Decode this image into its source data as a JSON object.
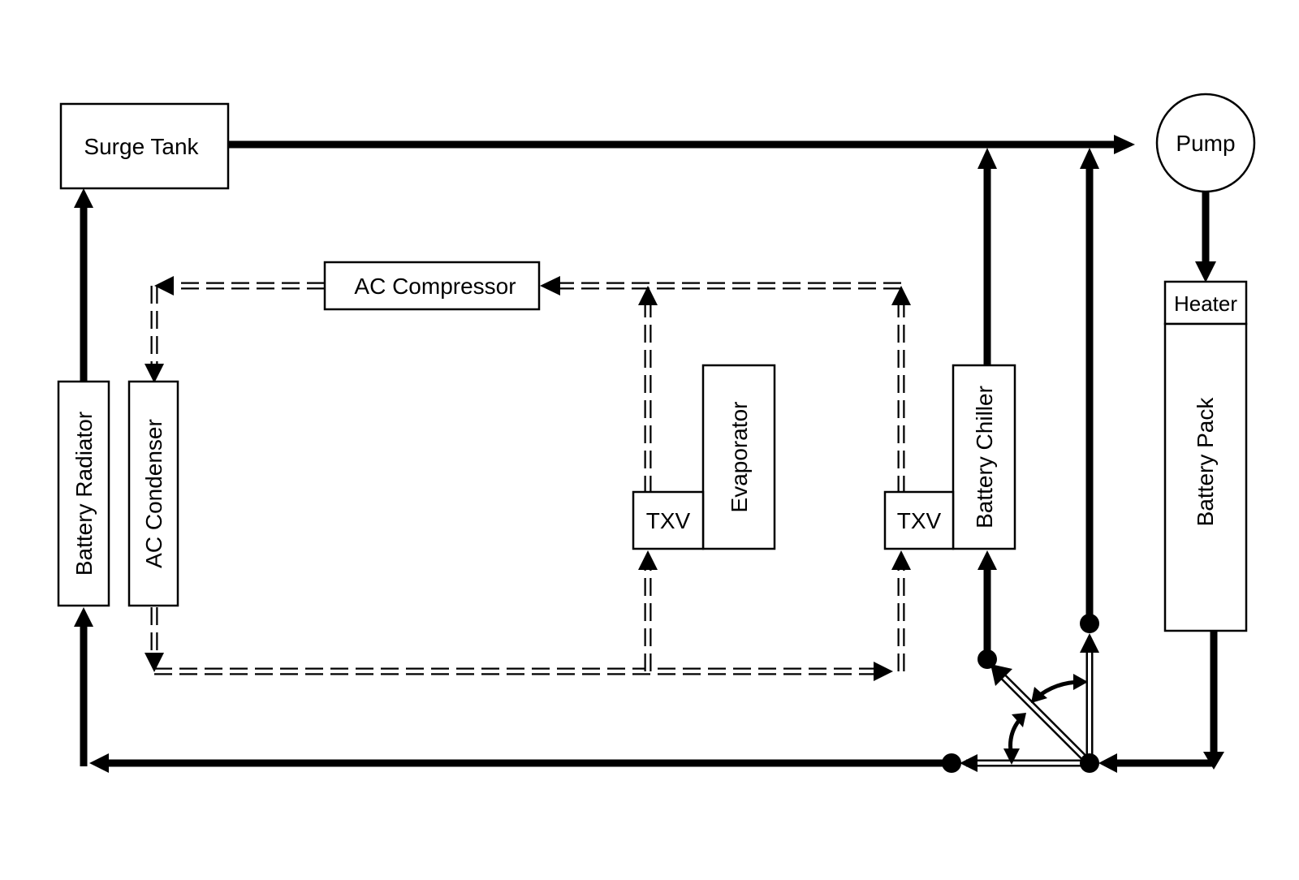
{
  "components": {
    "surge_tank": "Surge Tank",
    "pump": "Pump",
    "ac_compressor": "AC Compressor",
    "heater": "Heater",
    "battery_pack": "Battery Pack",
    "battery_chiller": "Battery Chiller",
    "evaporator": "Evaporator",
    "txv_evaporator": "TXV",
    "txv_chiller": "TXV",
    "battery_radiator": "Battery Radiator",
    "ac_condenser": "AC Condenser"
  },
  "legend_styles": {
    "coolant_line": "solid-thick",
    "refrigerant_line": "dashed-double",
    "valve_line": "double-thin"
  },
  "colors": {
    "line": "#000000",
    "background": "#ffffff"
  }
}
